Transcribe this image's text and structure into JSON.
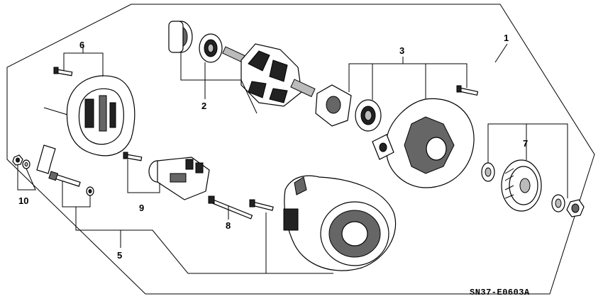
{
  "callouts": {
    "c1": "1",
    "c2": "2",
    "c3": "3",
    "c5": "5",
    "c6": "6",
    "c7": "7",
    "c8": "8",
    "c9": "9",
    "c10": "10"
  },
  "diagram_code": "SN37-E0603A"
}
